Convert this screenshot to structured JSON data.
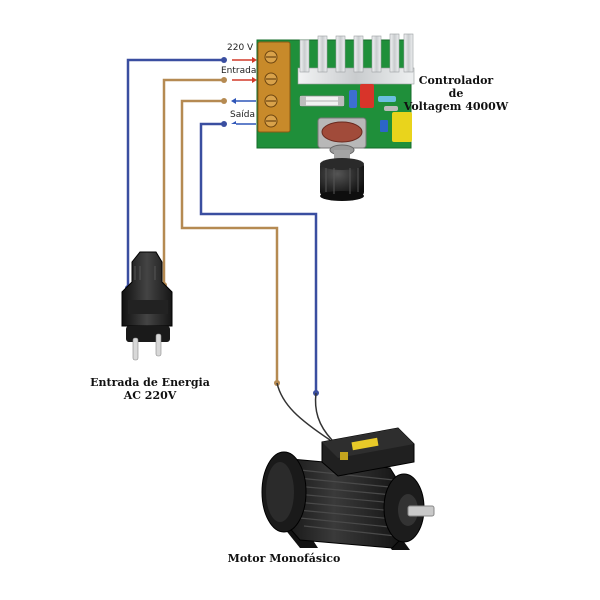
{
  "terminal_labels": {
    "voltage": "220 V",
    "input": "Entrada",
    "output": "Saída"
  },
  "controller": {
    "line1": "Controlador",
    "line2": "de",
    "line3": "Voltagem 4000W"
  },
  "plug": {
    "line1": "Entrada de Energia",
    "line2": "AC 220V"
  },
  "motor": {
    "label": "Motor Monofásico"
  },
  "colors": {
    "wire_blue": "#3a4ea0",
    "wire_brown": "#b58a52",
    "arrow_red": "#d23a2a",
    "arrow_blue": "#2f56b8",
    "pcb_green": "#1f8f3a",
    "heatsink": "#d8dadc",
    "terminal_orange": "#c88a2a",
    "plug_body": "#2a2a2a",
    "motor_body": "#1b1b1b"
  }
}
